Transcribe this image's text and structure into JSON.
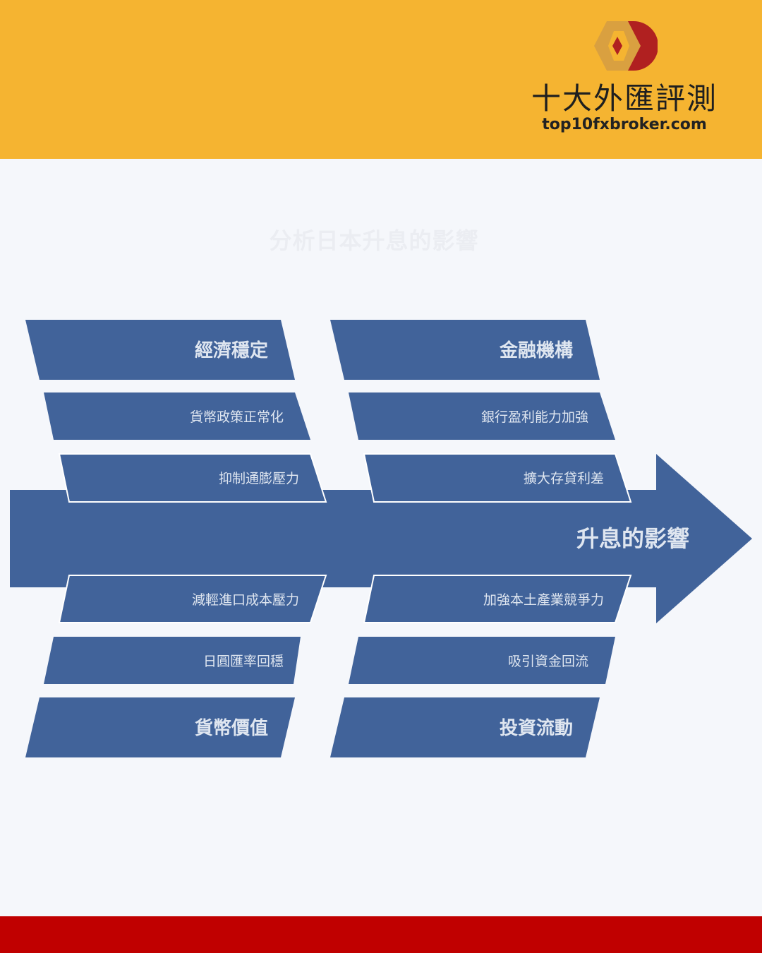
{
  "brand": {
    "name": "十大外匯評測",
    "url": "top10fxbroker.com",
    "colors": {
      "header": "#f5b431",
      "footer": "#c00000",
      "logo_gold": "#d9a040",
      "logo_red": "#b02020"
    }
  },
  "diagram": {
    "title": "分析日本升息的影響",
    "effect": "升息的影響",
    "shape_color": "#41639a",
    "categories": [
      {
        "name": "經濟穩定",
        "causes": [
          "貨幣政策正常化",
          "抑制通膨壓力"
        ]
      },
      {
        "name": "金融機構",
        "causes": [
          "銀行盈利能力加強",
          "擴大存貸利差"
        ]
      },
      {
        "name": "貨幣價值",
        "causes": [
          "減輕進口成本壓力",
          "日圓匯率回穩"
        ]
      },
      {
        "name": "投資流動",
        "causes": [
          "加強本土產業競爭力",
          "吸引資金回流"
        ]
      }
    ]
  }
}
